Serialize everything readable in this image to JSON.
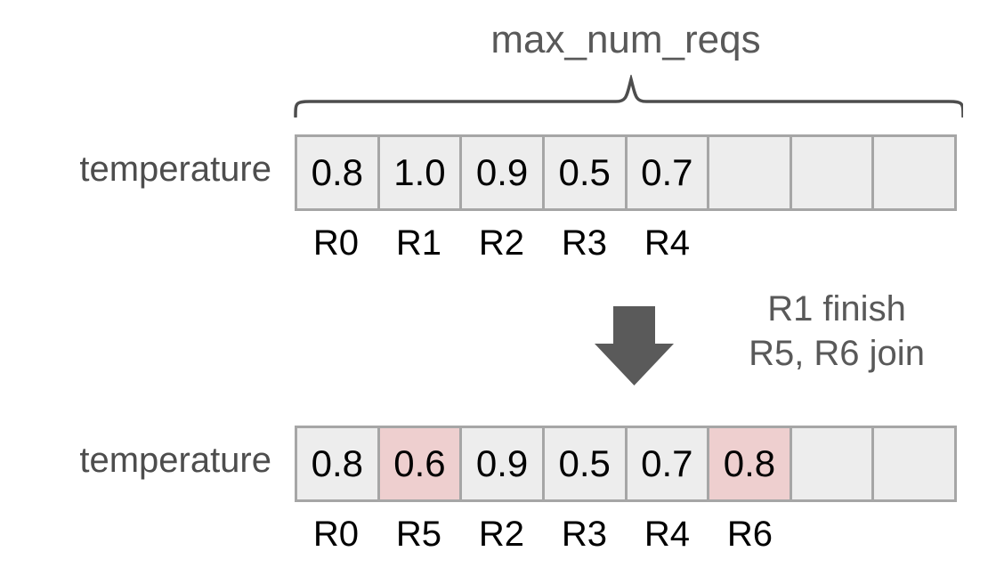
{
  "diagram": {
    "title": "max_num_reqs",
    "brace_label": "max_num_reqs",
    "colors": {
      "cell_fill": "#ededed",
      "cell_border": "#a6a6a6",
      "highlight_fill": "#eecfcf",
      "arrow": "#5a5a5a",
      "label_text": "#4d4d4d",
      "note_text": "#595959",
      "value_text": "#000000"
    },
    "rows": [
      {
        "label": "temperature",
        "cells": [
          {
            "value": "0.8",
            "highlight": false,
            "empty": false
          },
          {
            "value": "1.0",
            "highlight": false,
            "empty": false
          },
          {
            "value": "0.9",
            "highlight": false,
            "empty": false
          },
          {
            "value": "0.5",
            "highlight": false,
            "empty": false
          },
          {
            "value": "0.7",
            "highlight": false,
            "empty": false
          },
          {
            "value": "",
            "highlight": false,
            "empty": true
          },
          {
            "value": "",
            "highlight": false,
            "empty": true
          },
          {
            "value": "",
            "highlight": false,
            "empty": true
          }
        ],
        "tags": [
          "R0",
          "R1",
          "R2",
          "R3",
          "R4",
          "",
          "",
          ""
        ]
      },
      {
        "label": "temperature",
        "cells": [
          {
            "value": "0.8",
            "highlight": false,
            "empty": false
          },
          {
            "value": "0.6",
            "highlight": true,
            "empty": false
          },
          {
            "value": "0.9",
            "highlight": false,
            "empty": false
          },
          {
            "value": "0.5",
            "highlight": false,
            "empty": false
          },
          {
            "value": "0.7",
            "highlight": false,
            "empty": false
          },
          {
            "value": "0.8",
            "highlight": true,
            "empty": false
          },
          {
            "value": "",
            "highlight": false,
            "empty": true
          },
          {
            "value": "",
            "highlight": false,
            "empty": true
          }
        ],
        "tags": [
          "R0",
          "R5",
          "R2",
          "R3",
          "R4",
          "R6",
          "",
          ""
        ]
      }
    ],
    "transition": {
      "line1": "R1 finish",
      "line2": "R5, R6 join",
      "arrow_icon": "down-arrow-icon"
    }
  }
}
